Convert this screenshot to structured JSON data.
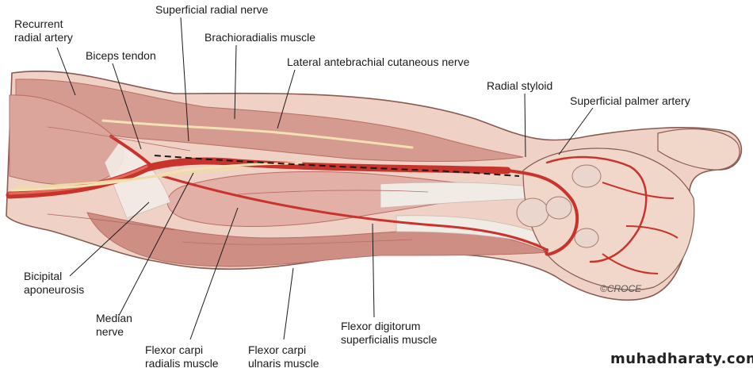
{
  "labels": {
    "recurrent_radial_artery": "Recurrent\nradial artery",
    "superficial_radial_nerve": "Superficial radial nerve",
    "brachioradialis_muscle": "Brachioradialis muscle",
    "biceps_tendon": "Biceps tendon",
    "lateral_antebrachial_cutaneous_nerve": "Lateral antebrachial cutaneous nerve",
    "radial_styloid": "Radial styloid",
    "superficial_palmer_artery": "Superficial palmer artery",
    "bicipital_aponeurosis": "Bicipital\naponeurosis",
    "median_nerve": "Median\nnerve",
    "flexor_carpi_radialis_muscle": "Flexor carpi\nradialis muscle",
    "flexor_carpi_ulnaris_muscle": "Flexor carpi\nulnaris muscle",
    "flexor_digitorum_superficialis_muscle": "Flexor digitorum\nsuperficialis muscle"
  },
  "signature": "©CROCE",
  "watermark": "muhadharaty.com",
  "colors": {
    "skin": "#efd2c5",
    "muscle": "#d59a90",
    "muscle_dark": "#b86e66",
    "artery": "#c8342c",
    "nerve": "#f2e2b2",
    "tendon": "#f1ebe6",
    "outline": "#8a5a52"
  }
}
